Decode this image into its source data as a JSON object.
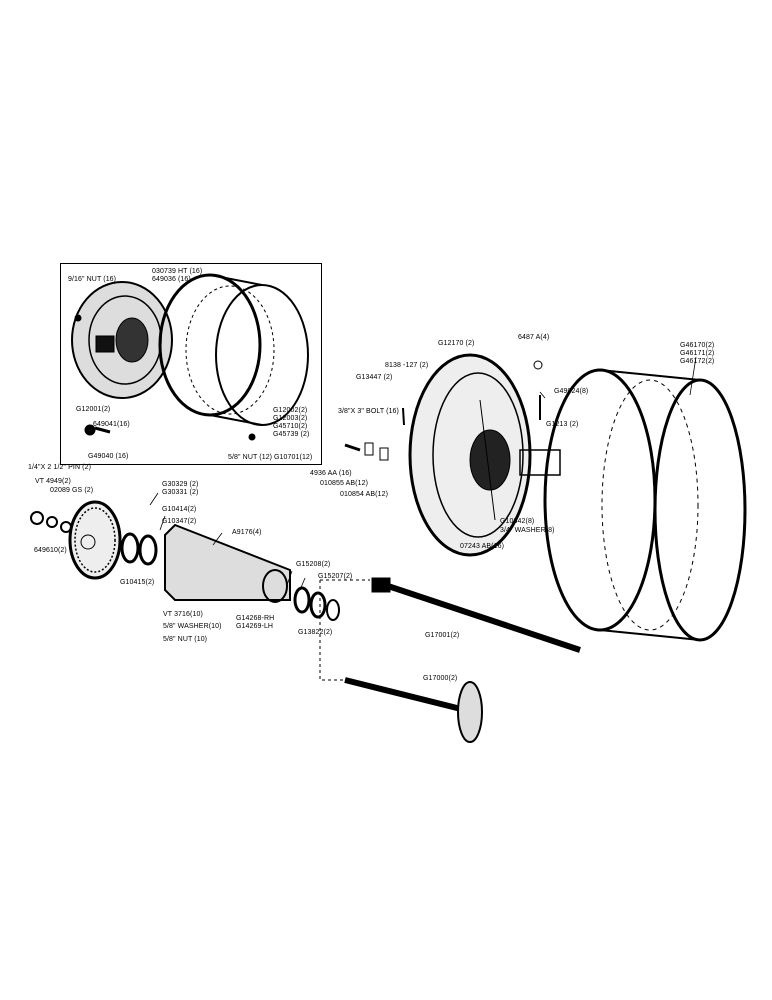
{
  "labels": {
    "nut_916": "9/16\" NUT (16)",
    "bolt_030739": "030739 HT (16)",
    "part_649036": "649036 (16)",
    "part_612001": "G12001(2)",
    "part_649041": "649041(16)",
    "part_649040": "G49040 (16)",
    "part_612002": "G12002(2)",
    "part_612003": "G12003(2)",
    "part_645710": "G45710(2)",
    "part_645739": "G45739 (2)",
    "nut_58": "5/8\" NUT (12)",
    "part_610701": "G10701(12)",
    "pin": "1/4\"X 2 1/2\" PIN (2)",
    "part_vt4949": "VT 4949(2)",
    "part_02089": "02089 GS (2)",
    "part_630329": "G30329 (2)",
    "part_630331": "G30331 (2)",
    "part_610414": "G10414(2)",
    "part_610347": "G10347(2)",
    "part_a9176": "A9176(4)",
    "part_649610": "649610(2)",
    "part_610415": "G10415(2)",
    "part_vt3716": "VT 3716(10)",
    "washer_58": "5/8\" WASHER(10)",
    "nut_58b": "5/8\" NUT (10)",
    "part_614268": "G14268-RH",
    "part_614269": "G14269-LH",
    "part_615208": "G15208(2)",
    "part_615207": "G15207(2)",
    "part_613822": "G13822(2)",
    "part_617001": "G17001(2)",
    "part_617000": "G17000(2)",
    "part_612170": "G12170 (2)",
    "part_8138": "8138 -127 (2)",
    "part_613447": "G13447 (2)",
    "bolt_38x3": "3/8\"X 3\" BOLT (16)",
    "part_4936": "4936 AA (16)",
    "part_010855": "010855 AB(12)",
    "part_010854": "010854 AB(12)",
    "part_6487": "6487 A(4)",
    "part_649024": "G49024(8)",
    "part_61213": "G1213 (2)",
    "part_610842": "G10842(8)",
    "washer_34": "3/4\" WASHER(8)",
    "part_07243": "07243 AB(16)",
    "part_646170": "G46170(2)",
    "part_646171": "G46171(2)",
    "part_646172": "G46172(2)"
  }
}
